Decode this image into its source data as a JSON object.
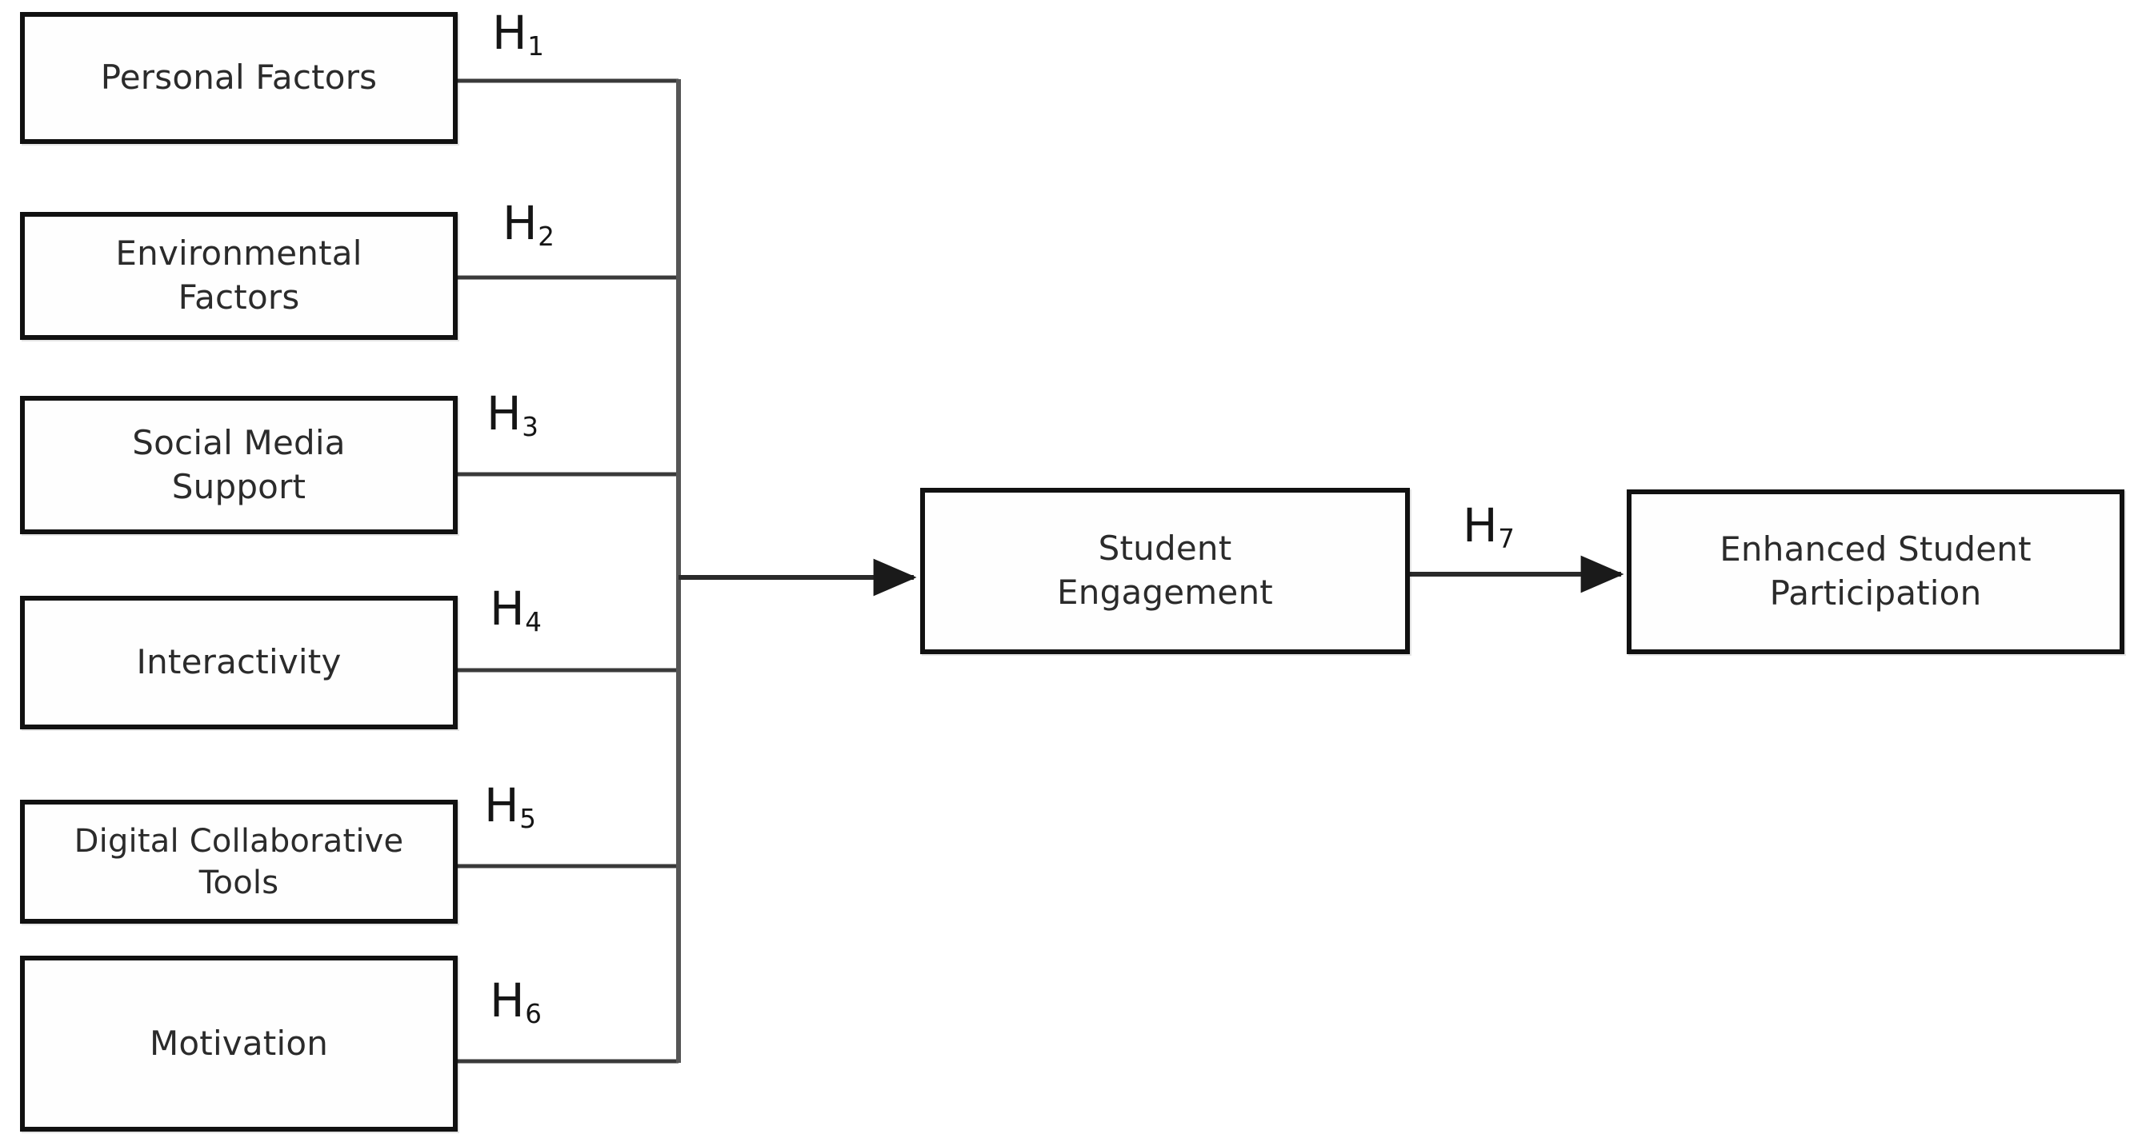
{
  "diagram": {
    "type": "conceptual-model-path-diagram",
    "colors": {
      "box_border": "#111111",
      "box_fill": "#fefefe",
      "line": "#444444",
      "text": "#2b2b2b",
      "label_text": "#151515"
    },
    "antecedents": [
      {
        "id": "personal-factors",
        "label": "Personal Factors",
        "hypothesis": "H",
        "hypothesis_index": "1"
      },
      {
        "id": "environmental-factors",
        "label": "Environmental\nFactors",
        "hypothesis": "H",
        "hypothesis_index": "2"
      },
      {
        "id": "social-media-support",
        "label": "Social Media\nSupport",
        "hypothesis": "H",
        "hypothesis_index": "3"
      },
      {
        "id": "interactivity",
        "label": "Interactivity",
        "hypothesis": "H",
        "hypothesis_index": "4"
      },
      {
        "id": "digital-collaborative-tools",
        "label": "Digital Collaborative\nTools",
        "hypothesis": "H",
        "hypothesis_index": "5"
      },
      {
        "id": "motivation",
        "label": "Motivation",
        "hypothesis": "H",
        "hypothesis_index": "6"
      }
    ],
    "mediator": {
      "id": "student-engagement",
      "label": "Student\nEngagement"
    },
    "outcome": {
      "id": "enhanced-student-participation",
      "label": "Enhanced Student\nParticipation"
    },
    "outcome_path": {
      "hypothesis": "H",
      "hypothesis_index": "7"
    },
    "labels": {
      "h1": "H",
      "h1_sub": "1",
      "h2": "H",
      "h2_sub": "2",
      "h3": "H",
      "h3_sub": "3",
      "h4": "H",
      "h4_sub": "4",
      "h5": "H",
      "h5_sub": "5",
      "h6": "H",
      "h6_sub": "6",
      "h7": "H",
      "h7_sub": "7"
    }
  }
}
